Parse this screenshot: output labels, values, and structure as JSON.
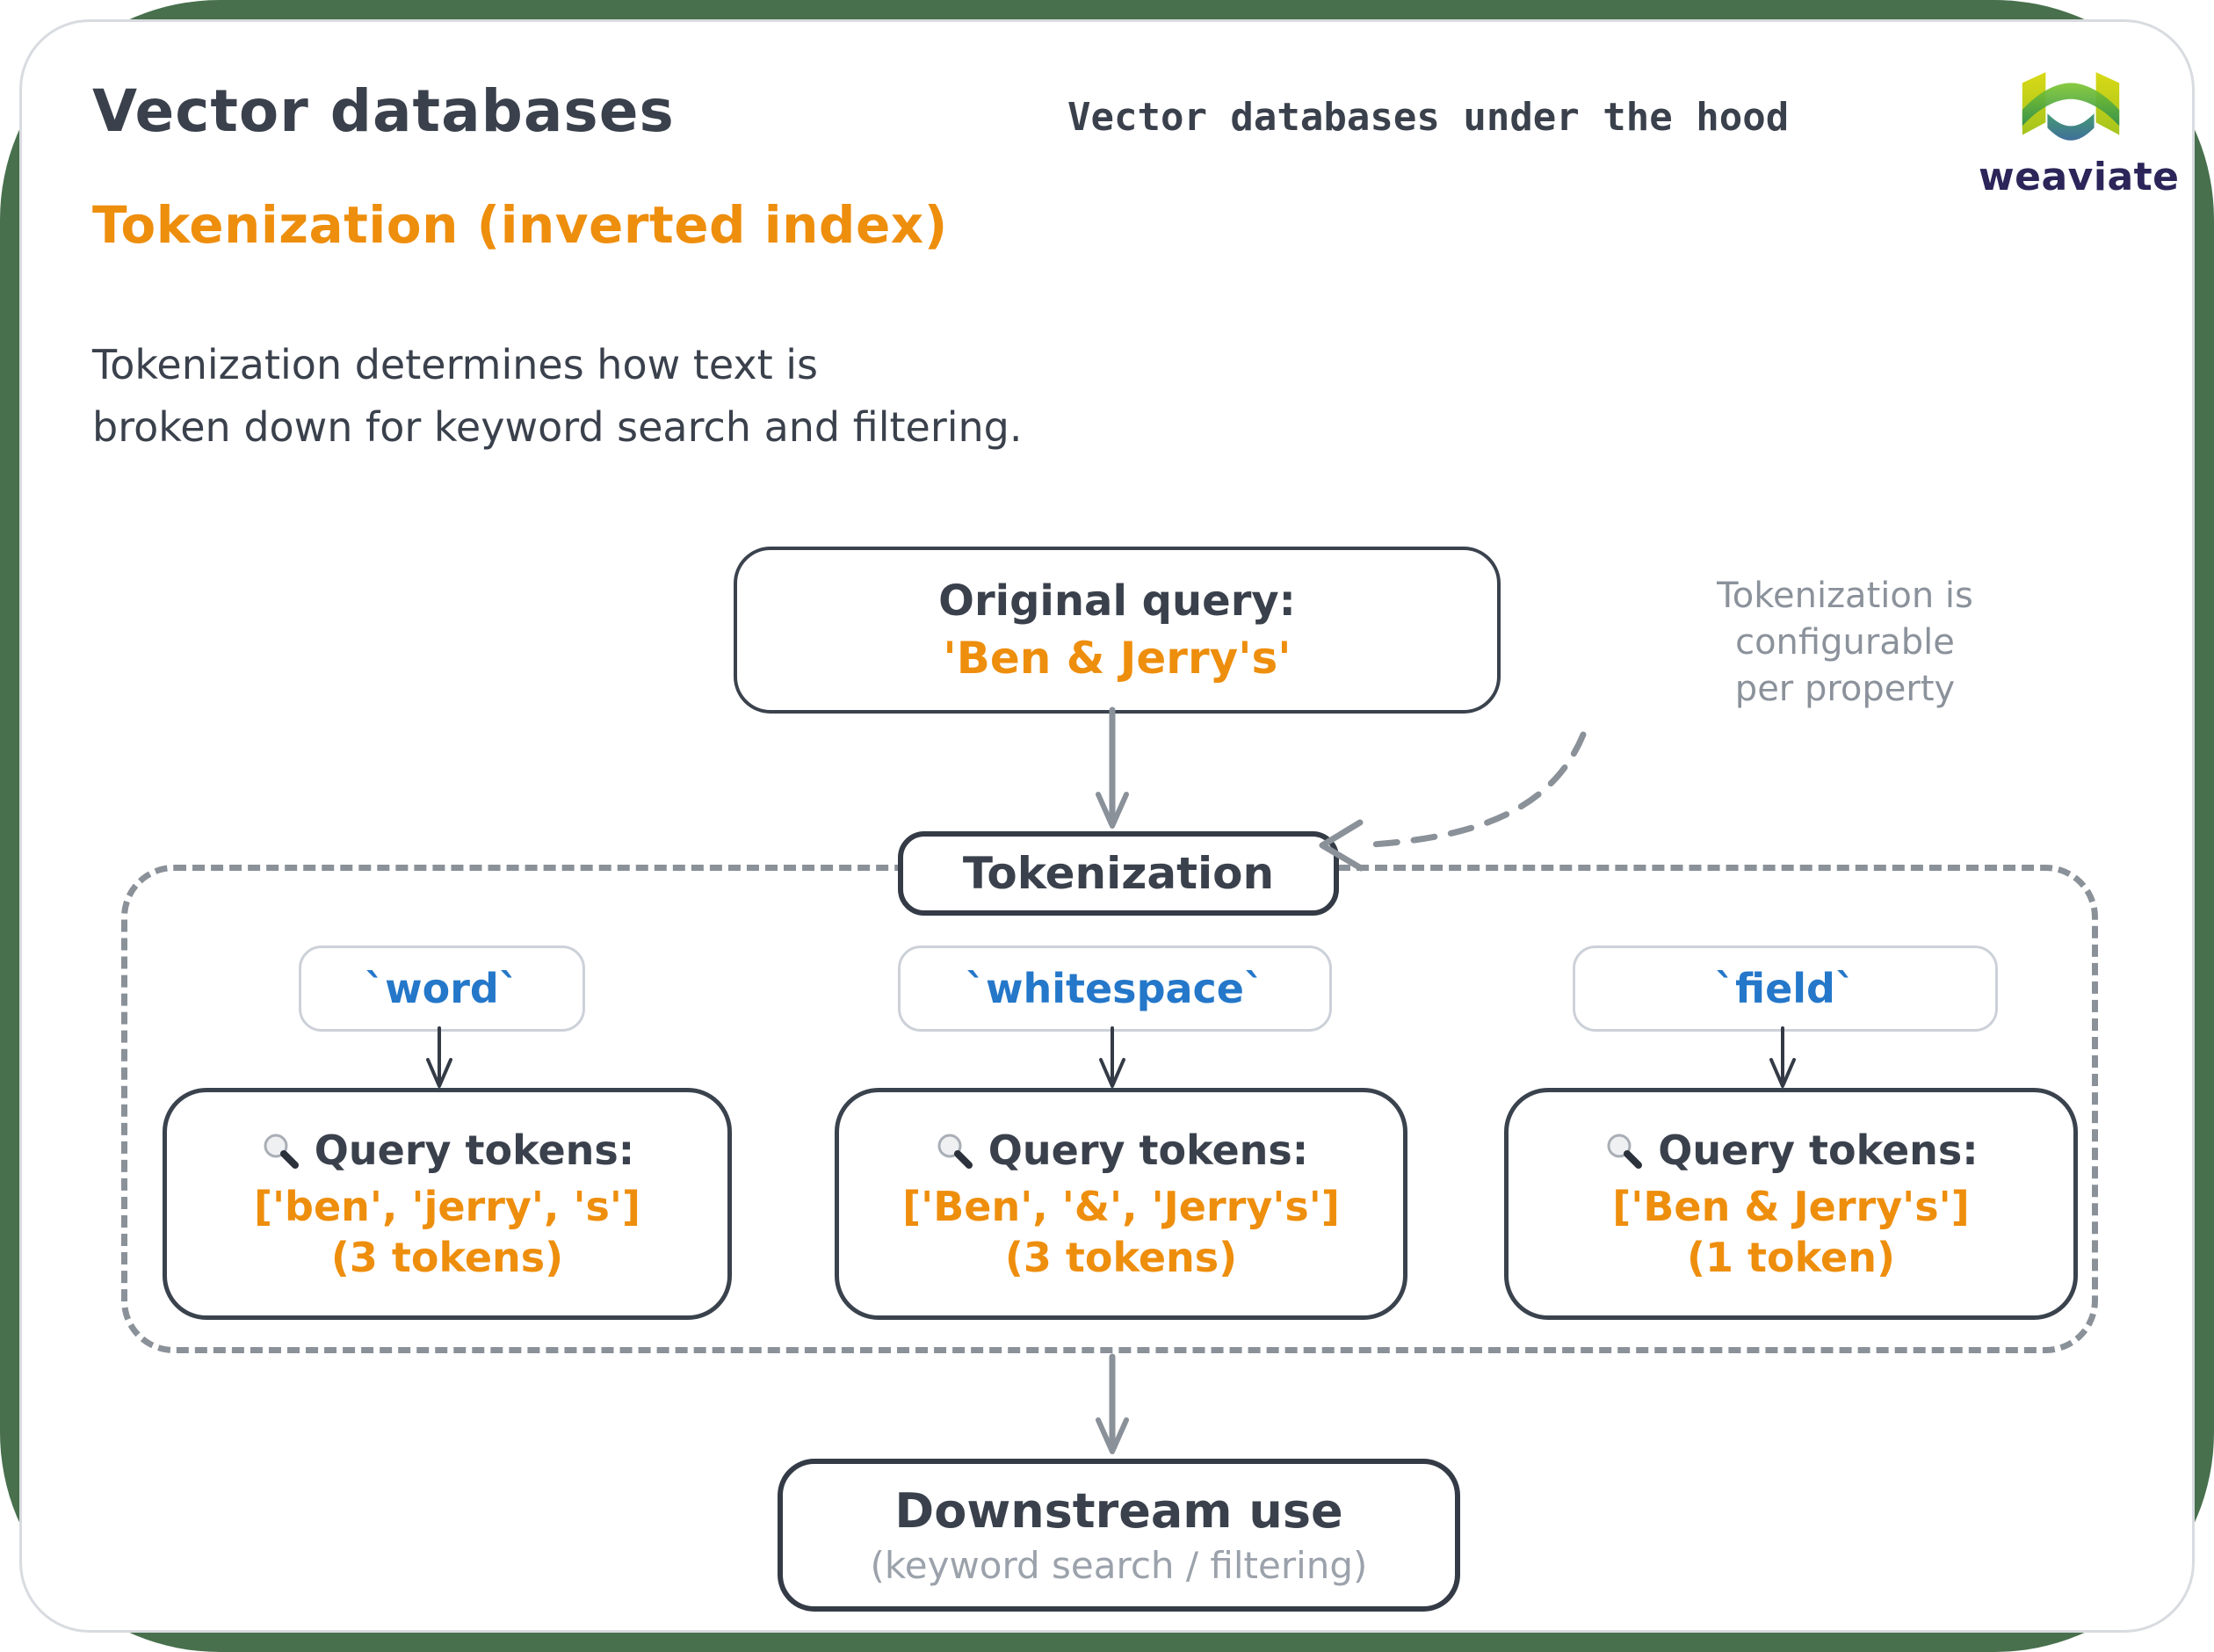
{
  "page": {
    "title": "Vector databases",
    "subtitle": "Tokenization (inverted index)",
    "header_caption": "Vector databases under the hood",
    "logo_text": "weaviate",
    "description_lines": {
      "0": "Tokenization determines how text is",
      "1": "broken down for keyword search and filtering."
    }
  },
  "diagram": {
    "original_query": {
      "label": "Original query:",
      "value": "'Ben & Jerry's'"
    },
    "note": {
      "lines": {
        "0": "Tokenization is",
        "1": "configurable",
        "2": "per property"
      }
    },
    "tokenization_label": "Tokenization",
    "query_tokens_label": "Query tokens:",
    "query_tokens_icon": "magnifier-icon",
    "methods": [
      {
        "name": "word",
        "label": "`word`",
        "tokens": "['ben', 'jerry', 's']",
        "count": "(3 tokens)"
      },
      {
        "name": "whitespace",
        "label": "`whitespace`",
        "tokens": "['Ben', '&', 'Jerry's']",
        "count": "(3 tokens)"
      },
      {
        "name": "field",
        "label": "`field`",
        "tokens": "['Ben & Jerry's']",
        "count": "(1 token)"
      }
    ],
    "downstream": {
      "title": "Downstream use",
      "subtitle": "(keyword search / filtering)"
    }
  },
  "colors": {
    "frame_green": "#48704D",
    "accent_orange": "#EE8E0D",
    "accent_blue": "#2477C9",
    "ink_slate": "#3A414C",
    "muted_gray": "#8A9199",
    "logo_navy": "#2B2559"
  }
}
